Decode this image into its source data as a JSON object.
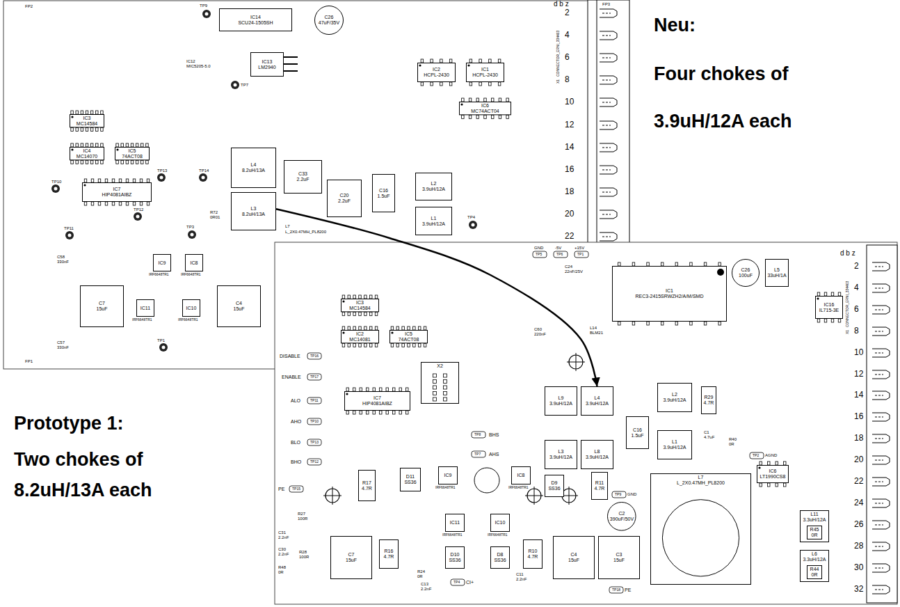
{
  "diagram": {
    "nodes": [
      {
        "text": [
          "IC14",
          "SCU24-1505SH"
        ]
      },
      {
        "text": [
          "C26",
          "47uF/35V"
        ]
      },
      {
        "text": [
          "IC13",
          "LM2940"
        ]
      },
      {
        "text": [
          "IC2",
          "HCPL-2430"
        ]
      },
      {
        "text": [
          "IC1",
          "HCPL-2430"
        ]
      },
      {
        "text": [
          "IC6",
          "MC74ACT04"
        ]
      },
      {
        "text": [
          "L4",
          "8.2uH/13A"
        ]
      },
      {
        "text": [
          "L3",
          "8.2uH/13A"
        ]
      },
      {
        "text": [
          "C33",
          "2.2uF"
        ]
      },
      {
        "text": [
          "C20",
          "2.2uF"
        ]
      },
      {
        "text": [
          "C16",
          "1.5uF"
        ]
      },
      {
        "text": [
          "L2",
          "3.9uH/12A"
        ]
      },
      {
        "text": [
          "L1",
          "3.9uH/12A"
        ]
      },
      {
        "text": [
          "IC3",
          "MC14584"
        ]
      },
      {
        "text": [
          "IC4",
          "MC14070"
        ]
      },
      {
        "text": [
          "IC5",
          "74ACT08"
        ]
      },
      {
        "text": [
          "IC7",
          "HIP4081AIBZ"
        ]
      },
      {
        "text": [
          "IC9"
        ]
      },
      {
        "text": [
          "IC8"
        ]
      },
      {
        "text": [
          "IC11"
        ]
      },
      {
        "text": [
          "IC10"
        ]
      },
      {
        "text": [
          "C7",
          "15uF"
        ]
      },
      {
        "text": [
          "C4",
          "15uF"
        ]
      },
      {
        "text": [
          "IC1",
          "REC3-2415SRWZH2/A/M/SMD"
        ]
      },
      {
        "text": [
          "C26",
          "100uF"
        ]
      },
      {
        "text": [
          "L5",
          "33uH/1A"
        ]
      },
      {
        "text": [
          "IC16",
          "IL715-3E"
        ]
      },
      {
        "text": [
          "L9",
          "3.9uH/12A"
        ]
      },
      {
        "text": [
          "L4",
          "3.9uH/12A"
        ]
      },
      {
        "text": [
          "L3",
          "3.9uH/12A"
        ]
      },
      {
        "text": [
          "L8",
          "3.9uH/12A"
        ]
      },
      {
        "text": [
          "C16",
          "1.5uF"
        ]
      },
      {
        "text": [
          "L2",
          "3.9uH/12A"
        ]
      },
      {
        "text": [
          "L1",
          "3.9uH/12A"
        ]
      },
      {
        "text": [
          "R29",
          "4.7R"
        ]
      },
      {
        "text": [
          "IC6",
          "LT1990CS8"
        ]
      },
      {
        "text": [
          "L7",
          "L_2X0.47MH_PL8200"
        ]
      },
      {
        "text": [
          "C2",
          "390uF/50V"
        ]
      },
      {
        "text": [
          "L11",
          "3.3uH/12A"
        ]
      },
      {
        "text": [
          "R45",
          "0R"
        ],
        "in": 38
      },
      {
        "text": [
          "L6",
          "3.3uH/12A"
        ]
      },
      {
        "text": [
          "R44",
          "0R"
        ],
        "in": 40
      },
      {
        "text": [
          "IC3",
          "MC14584"
        ]
      },
      {
        "text": [
          "IC2",
          "MC14081"
        ]
      },
      {
        "text": [
          "IC5",
          "74ACT08"
        ]
      },
      {
        "text": [
          "X2"
        ]
      },
      {
        "text": [
          "IC7",
          "HIP4081AIBZ"
        ]
      },
      {
        "text": [
          "R17",
          "4.7R"
        ]
      },
      {
        "text": [
          "D11",
          "SS36"
        ]
      },
      {
        "text": [
          "IC9"
        ]
      },
      {
        "text": [
          "IC8"
        ]
      },
      {
        "text": [
          "D9",
          "SS36"
        ]
      },
      {
        "text": [
          "R11",
          "4.7R"
        ]
      },
      {
        "text": [
          "IC11"
        ]
      },
      {
        "text": [
          "IC10"
        ]
      },
      {
        "text": [
          "D10",
          "SS36"
        ]
      },
      {
        "text": [
          "D8",
          "SS36"
        ]
      },
      {
        "text": [
          "C7",
          "15uF"
        ]
      },
      {
        "text": [
          "R16",
          "4.7R"
        ]
      },
      {
        "text": [
          "R10",
          "4.7R"
        ]
      },
      {
        "text": [
          "C4",
          "15uF"
        ]
      },
      {
        "text": [
          "C3",
          "15uF"
        ]
      }
    ],
    "edges": [
      {
        "from": 7,
        "to": 28,
        "arrow": "to"
      }
    ],
    "labels": [
      "Neu:",
      "Four chokes of",
      "3.9uH/12A each",
      "Prototype 1:",
      "Two chokes of",
      "8.2uH/13A each",
      "FP2",
      "FP1",
      "FP3",
      "d b z",
      "X1",
      "CONNECTOR_ERNI_334403",
      "2",
      "4",
      "6",
      "8",
      "10",
      "12",
      "14",
      "16",
      "18",
      "20",
      "22",
      "TP9",
      "TP7",
      "TP13",
      "TP14",
      "TP10",
      "TP12",
      "TP11",
      "TP3",
      "TP4",
      "TP1",
      "IC12",
      "MIC5205-5.0",
      "L7",
      "L_2X0.47MH_PL8200",
      "R72",
      "0R01",
      "C58",
      "330nF",
      "C57",
      "330nF",
      "IRF6648TR1",
      "IRF6648TR1",
      "IRF6648TR1",
      "IRF6648TR1",
      "d b z",
      "X1",
      "CONNECTOR_ERNI_334403",
      "2",
      "4",
      "6",
      "8",
      "10",
      "12",
      "14",
      "16",
      "18",
      "20",
      "22",
      "24",
      "26",
      "28",
      "30",
      "32",
      "DISABLE",
      "TP16",
      "ENABLE",
      "TP17",
      "ALO",
      "TP11",
      "AHO",
      "TP10",
      "BLO",
      "TP13",
      "BHO",
      "TP12",
      "PE",
      "TP15",
      "TP8",
      "BHS",
      "TP7",
      "AHS",
      "GND",
      "TP5",
      "-5V",
      "TP6",
      "+15V",
      "TP1",
      "TP9",
      "GND",
      "TP2",
      "AGND",
      "TP4",
      "CI+",
      "TP18",
      "PE",
      "C1",
      "4.7uF",
      "R40",
      "0R",
      "R24",
      "0R",
      "C13",
      "2.2nF",
      "C11",
      "2.2nF",
      "C31",
      "2.2nF",
      "C30",
      "2.2nF",
      "R27",
      "100R",
      "R28",
      "100R",
      "R48",
      "0R",
      "IRF6648TR1",
      "IRF6648TR1",
      "IRF6648TR1",
      "IRF6648TR1",
      "C24",
      "22nF/25V",
      "L14",
      "BLM21",
      "C60",
      "220nF"
    ]
  }
}
